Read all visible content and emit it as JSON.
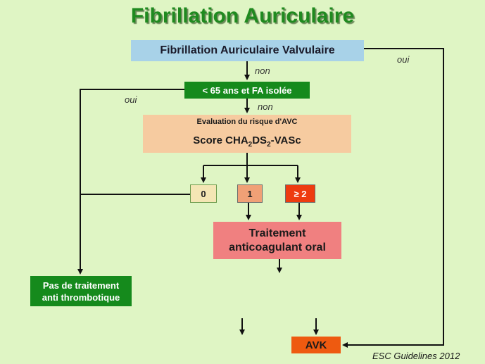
{
  "title": "Fibrillation Auriculaire",
  "nodes": {
    "valvular": "Fibrillation Auriculaire Valvulaire",
    "age": "< 65 ans et FA isolée",
    "eval_title": "Evaluation du risque  d'AVC",
    "score_prefix": "Score CHA",
    "score_sub1": "2",
    "score_mid": "DS",
    "score_sub2": "2",
    "score_suffix": "-VASc",
    "score0": "0",
    "score1": "1",
    "score2": "≥ 2",
    "treatment_line1": "Traitement",
    "treatment_line2": "anticoagulant oral",
    "no_treatment_line1": "Pas de traitement",
    "no_treatment_line2": "anti thrombotique",
    "avk": "AVK"
  },
  "edge_labels": {
    "non_1": "non",
    "non_2": "non",
    "oui_left": "oui",
    "oui_right": "oui"
  },
  "footer": "ESC Guidelines 2012"
}
